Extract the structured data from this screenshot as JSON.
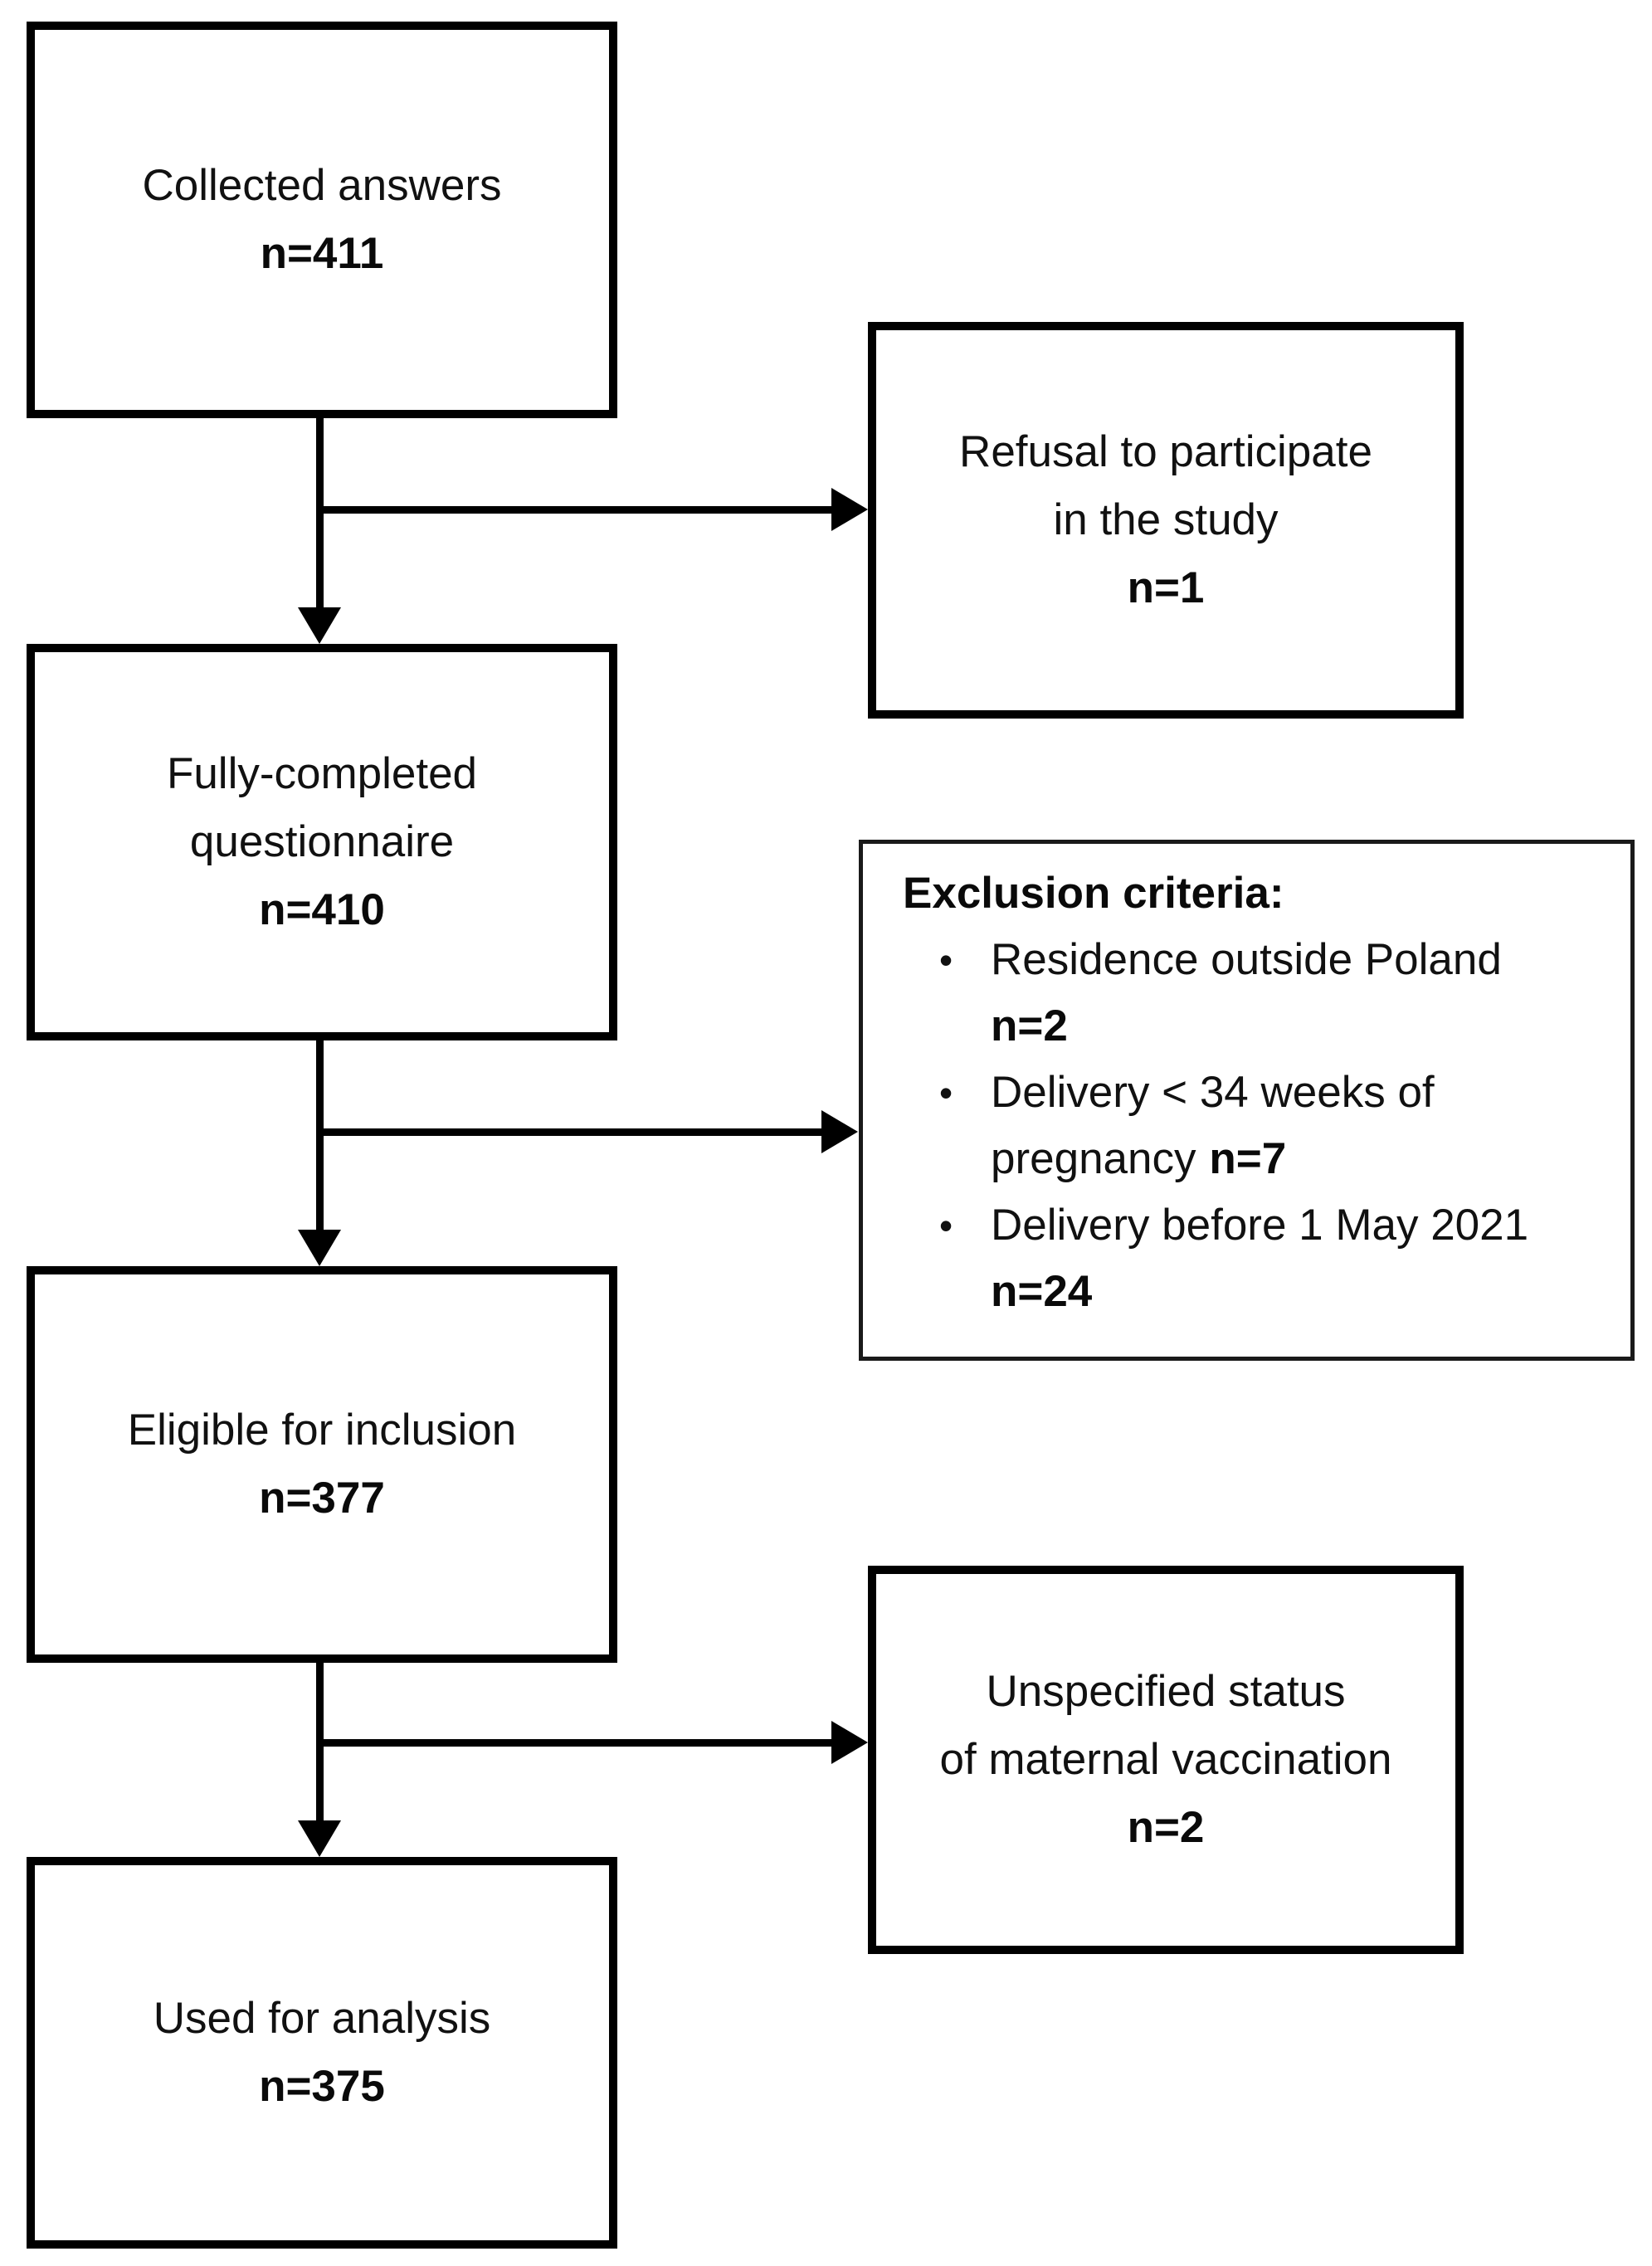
{
  "figure": {
    "colors": {
      "ink": "#000000",
      "background": "#ffffff"
    },
    "icons": {
      "bullet": "•"
    },
    "boxes": {
      "collected": {
        "line1": "Collected answers",
        "n": "n=411"
      },
      "refusal": {
        "line1": "Refusal to participate",
        "line2": "in the study",
        "n": "n=1"
      },
      "completed": {
        "line1": "Fully-completed",
        "line2": "questionnaire",
        "n": "n=410"
      },
      "exclusion": {
        "title": "Exclusion criteria:",
        "item1": {
          "line1": "Residence outside Poland",
          "n": "n=2"
        },
        "item2": {
          "line1": "Delivery < 34 weeks of",
          "line2": "pregnancy",
          "n": "n=7"
        },
        "item3": {
          "line1": "Delivery before 1 May 2021",
          "n": "n=24"
        }
      },
      "eligible": {
        "line1": "Eligible for inclusion",
        "n": "n=377"
      },
      "unspecified": {
        "line1": "Unspecified status",
        "line2": "of maternal vaccination",
        "n": "n=2"
      },
      "analysis": {
        "line1": "Used for analysis",
        "n": "n=375"
      }
    }
  }
}
